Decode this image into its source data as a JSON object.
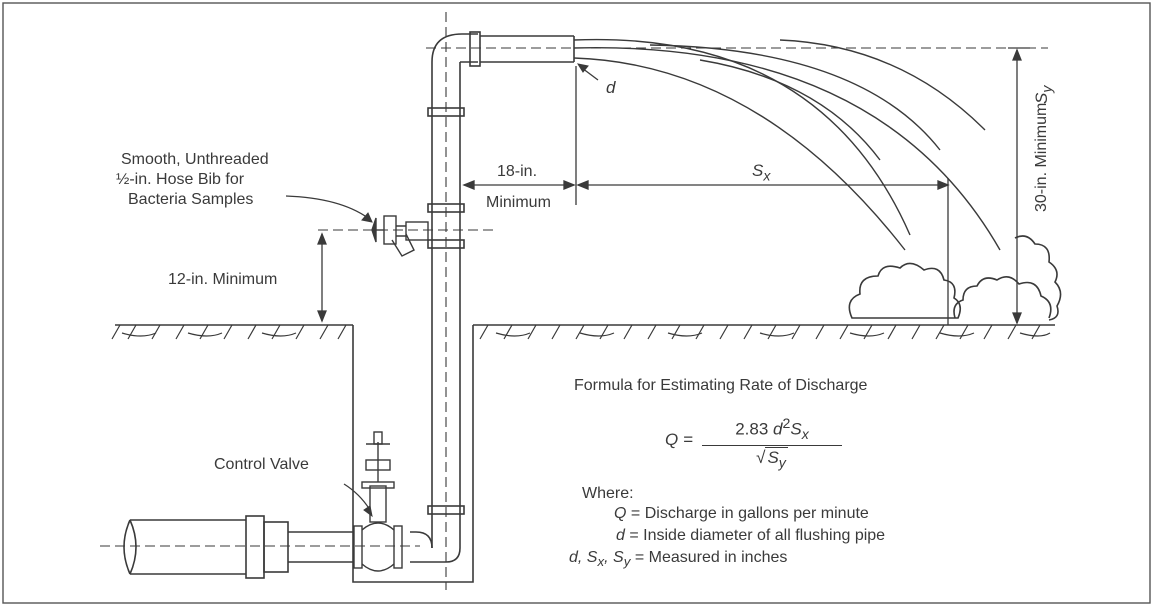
{
  "labels": {
    "d_pointer": "d",
    "s_y": "S",
    "s_y_sub": "y",
    "thirty_min": "30-in. Minimum",
    "s_x": "S",
    "s_x_sub": "x",
    "eighteen_a": "18-in.",
    "eighteen_b": "Minimum",
    "hose_bib_1": "Smooth, Unthreaded",
    "hose_bib_2": "½-in. Hose Bib for",
    "hose_bib_3": "Bacteria Samples",
    "twelve_min": "12-in. Minimum",
    "control_valve": "Control Valve"
  },
  "formula": {
    "title": "Formula for Estimating Rate of Discharge",
    "lhs": "Q =",
    "num_coef": "2.83",
    "num_d": "d",
    "num_exp": "2",
    "num_s": "S",
    "num_s_sub": "x",
    "den_s": "S",
    "den_s_sub": "y",
    "where": "Where:",
    "defs": [
      {
        "sym": "Q",
        "eq": "=",
        "text": "Discharge in gallons per minute"
      },
      {
        "sym": "d",
        "eq": "=",
        "text": "Inside diameter of all flushing pipe"
      },
      {
        "sym": "d, S",
        "sub1": "x",
        "mid": ", S",
        "sub2": "y",
        "eq": "=",
        "text": "Measured in inches"
      }
    ]
  }
}
